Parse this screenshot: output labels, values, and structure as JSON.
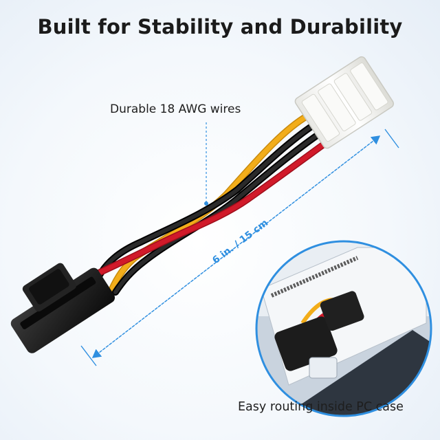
{
  "title": "Built for Stability and Durability",
  "callouts": {
    "wires": "Durable 18 AWG wires",
    "length": "6 in. / 15 cm",
    "inset": "Easy routing inside PC case"
  },
  "colors": {
    "accent": "#2f8fe0",
    "wire_yellow": "#f2ad1a",
    "wire_black": "#1a1a1a",
    "wire_red": "#d11a2a",
    "connector_molex": "#f3f3f1",
    "connector_sata": "#1c1c1c"
  }
}
